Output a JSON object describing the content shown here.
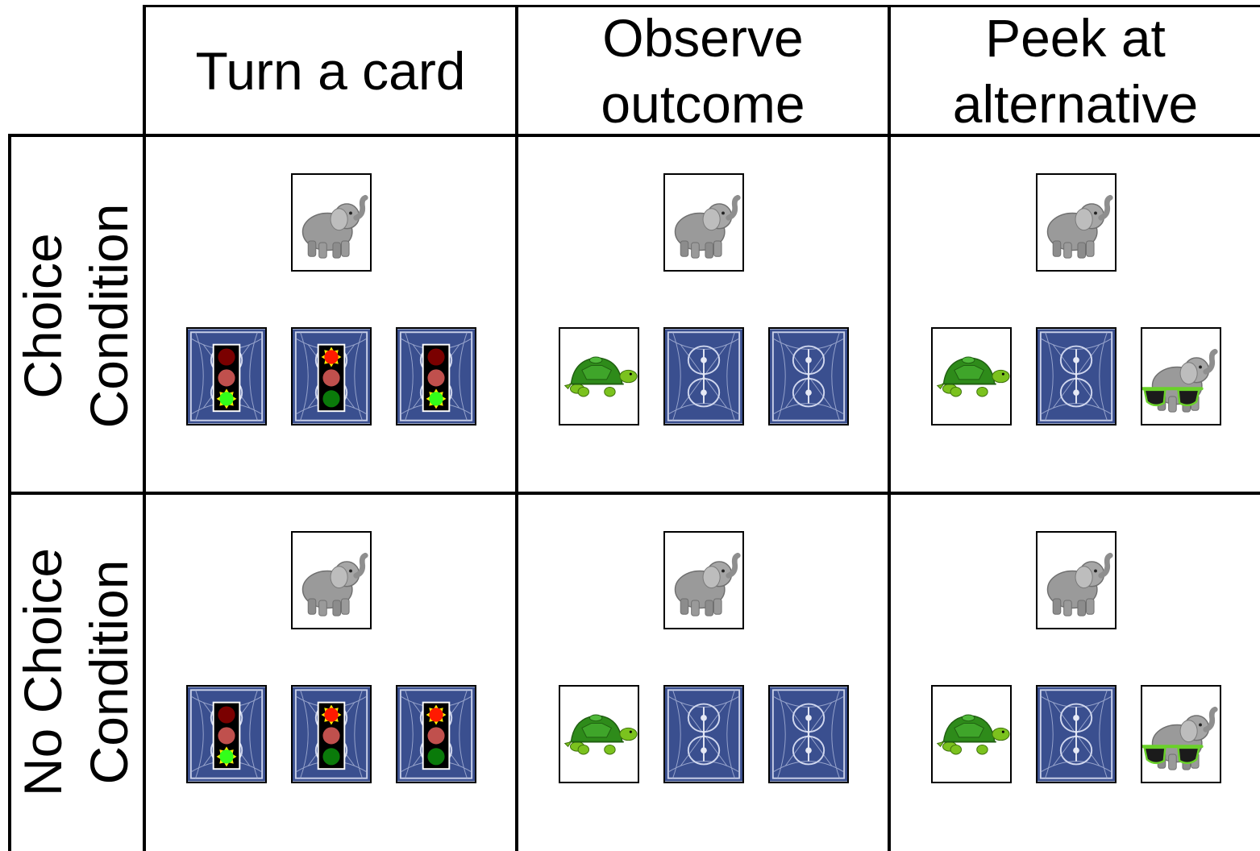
{
  "columns": [
    {
      "id": "turn",
      "label_lines": [
        "Turn a card"
      ]
    },
    {
      "id": "observe",
      "label_lines": [
        "Observe",
        "outcome"
      ]
    },
    {
      "id": "peek",
      "label_lines": [
        "Peek at",
        "alternative"
      ]
    }
  ],
  "rows": [
    {
      "id": "choice",
      "label_lines": [
        "Choice",
        "Condition"
      ]
    },
    {
      "id": "nochoice",
      "label_lines": [
        "No Choice",
        "Condition"
      ]
    }
  ],
  "icons": {
    "target": "elephant-icon",
    "card_back": "card-back-icon",
    "outcome": "turtle-icon",
    "alternative": "elephant-with-sunglasses-icon",
    "traffic_light": "traffic-light-icon"
  },
  "colors": {
    "grid": "#000000",
    "card_back": "#3a4f8f",
    "turtle": "#2e8b1a",
    "elephant": "#9a9a9a",
    "sunglasses_frame": "#6ad12a",
    "light_red_dark": "#7a0000",
    "light_red_bright": "#ff1a00",
    "light_amber": "#c0504d",
    "light_green_dark": "#0a7a0a",
    "light_green_bright": "#33ff1a",
    "light_highlight": "#ffee00"
  },
  "traffic_lights": {
    "choice": [
      "green",
      "red",
      "green"
    ],
    "nochoice": [
      "green",
      "red",
      "red"
    ]
  }
}
